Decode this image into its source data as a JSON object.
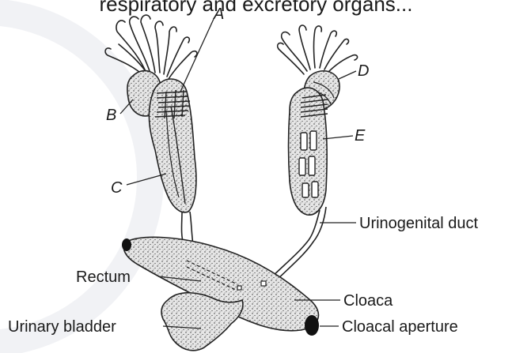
{
  "heading": "respiratory and excretory organs...",
  "labels": {
    "A": "A",
    "B": "B",
    "C": "C",
    "D": "D",
    "E": "E",
    "urinogenital_duct": "Urinogenital duct",
    "rectum": "Rectum",
    "cloaca": "Cloaca",
    "urinary_bladder": "Urinary bladder",
    "cloacal_aperture": "Cloacal aperture"
  }
}
